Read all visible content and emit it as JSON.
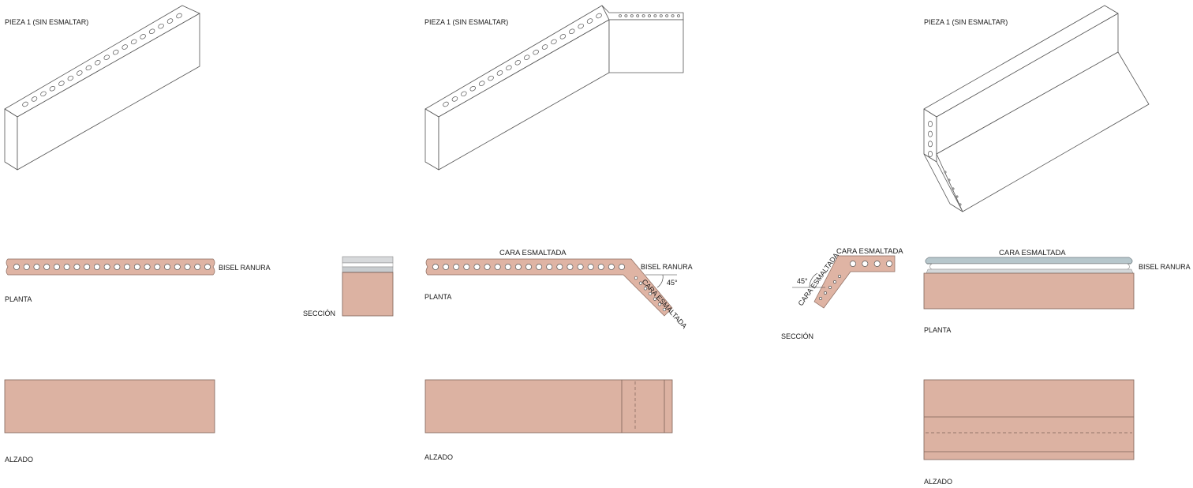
{
  "labels": {
    "pieza": "PIEZA 1 (SIN ESMALTAR)",
    "planta": "PLANTA",
    "alzado": "ALZADO",
    "seccion": "SECCIÓN",
    "bisel": "BISEL RANURA",
    "cara": "CARA ESMALTADA",
    "angle": "45°"
  },
  "colors": {
    "terracotta": "#dfb4a4",
    "glaze": "#c8cccf",
    "glaze_blue": "#b7c7cc",
    "line": "#555555"
  }
}
